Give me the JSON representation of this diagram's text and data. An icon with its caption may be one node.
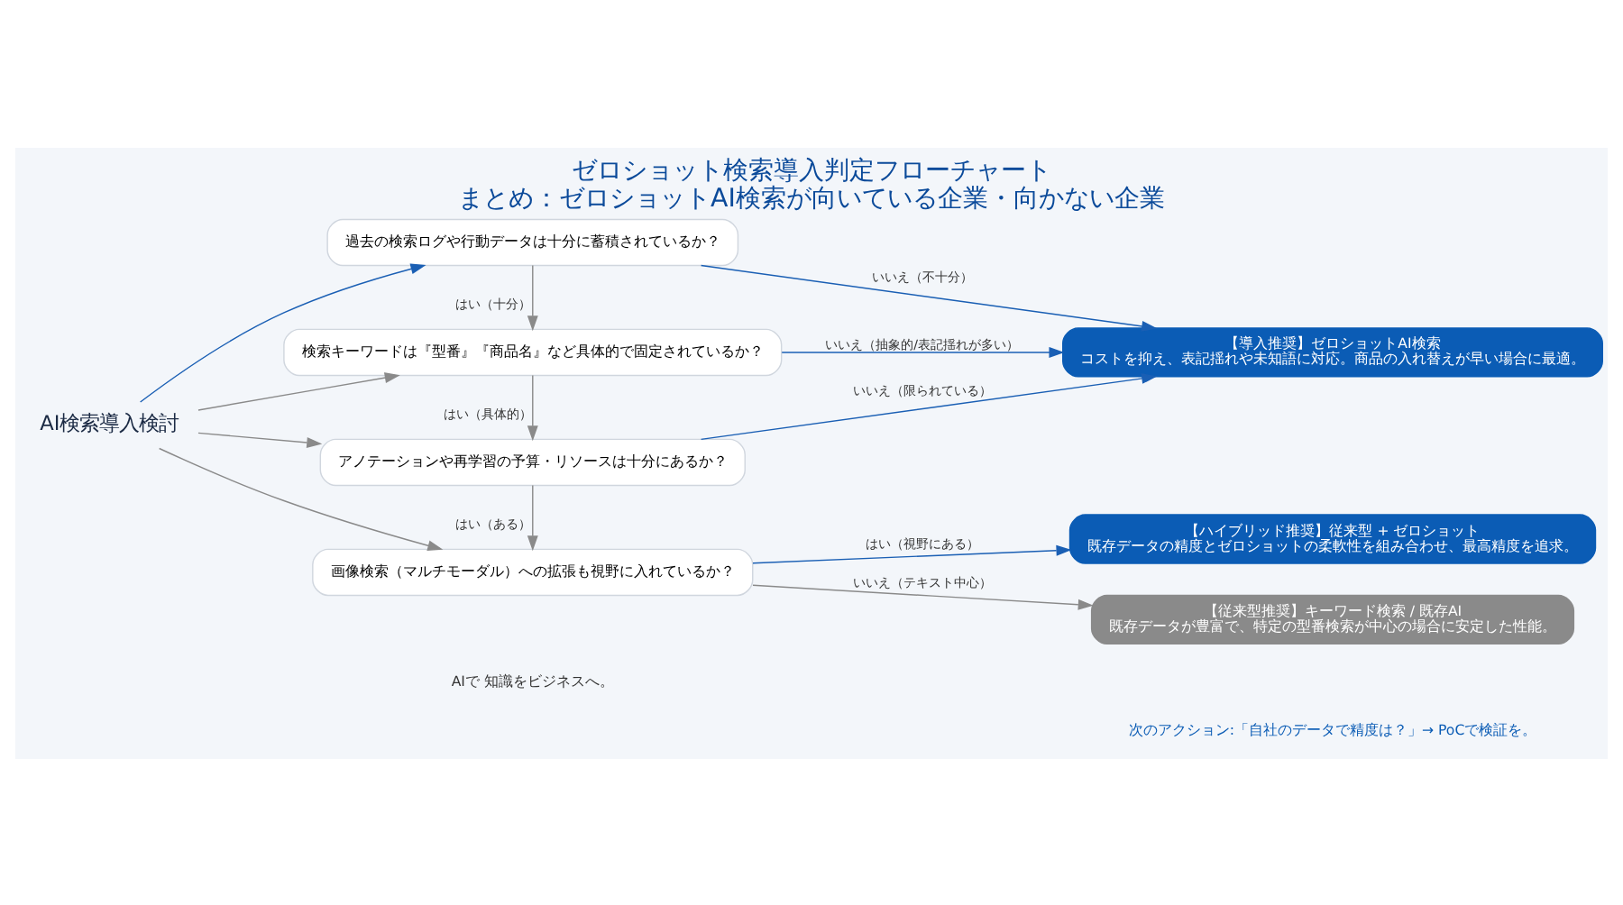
{
  "diagram": {
    "title": "ゼロショット検索導入判定フローチャート",
    "caption": "まとめ：ゼロショットAI検索が向いている企業・向かない企業",
    "nodes": [
      {
        "text": [
          "AI検索導入検討"
        ]
      },
      {
        "text": [
          "過去の検索ログや行動データは十分に蓄積されているか？"
        ]
      },
      {
        "text": [
          "検索キーワードは『型番』『商品名』など具体的で固定されているか？"
        ]
      },
      {
        "text": [
          "アノテーションや再学習の予算・リソースは十分にあるか？"
        ]
      },
      {
        "text": [
          "画像検索（マルチモーダル）への拡張も視野に入れているか？"
        ]
      },
      {
        "text": [
          "【導入推奨】ゼロショットAI検索",
          "コストを抑え、表記揺れや未知語に対応。商品の入れ替えが早い場合に最適。"
        ]
      },
      {
        "text": [
          "【ハイブリッド推奨】従来型 + ゼロショット",
          "既存データの精度とゼロショットの柔軟性を組み合わせ、最高精度を追求。"
        ]
      },
      {
        "text": [
          "【従来型推奨】キーワード検索 / 既存AI",
          "既存データが豊富で、特定の型番検索が中心の場合に安定した性能。"
        ]
      }
    ],
    "edges": [
      {
        "from": 0,
        "to": 1,
        "arrow": "to",
        "color": "#1a5fb4"
      },
      {
        "from": 0,
        "to": 2,
        "arrow": "to"
      },
      {
        "from": 0,
        "to": 3,
        "arrow": "to"
      },
      {
        "from": 0,
        "to": 4,
        "arrow": "to"
      },
      {
        "from": 1,
        "to": 2,
        "arrow": "to",
        "label": "はい（十分）"
      },
      {
        "from": 2,
        "to": 3,
        "arrow": "to",
        "label": "はい（具体的）"
      },
      {
        "from": 3,
        "to": 4,
        "arrow": "to",
        "label": "はい（ある）"
      },
      {
        "from": 1,
        "to": 5,
        "arrow": "to",
        "label": "いいえ（不十分）",
        "color": "#1a5fb4"
      },
      {
        "from": 2,
        "to": 5,
        "arrow": "to",
        "label": "いいえ（抽象的/表記揺れが多い）",
        "color": "#1a5fb4"
      },
      {
        "from": 3,
        "to": 5,
        "arrow": "to",
        "label": "いいえ（限られている）",
        "color": "#1a5fb4"
      },
      {
        "from": 4,
        "to": 6,
        "arrow": "to",
        "label": "はい（視野にある）",
        "color": "#1a5fb4"
      },
      {
        "from": 4,
        "to": 7,
        "arrow": "to",
        "label": "いいえ（テキスト中心）"
      }
    ],
    "labels": [
      "次のアクション:「自社のデータで精度は？」→ PoCで検証を。",
      "AIで 知識をビジネスへ。"
    ]
  }
}
